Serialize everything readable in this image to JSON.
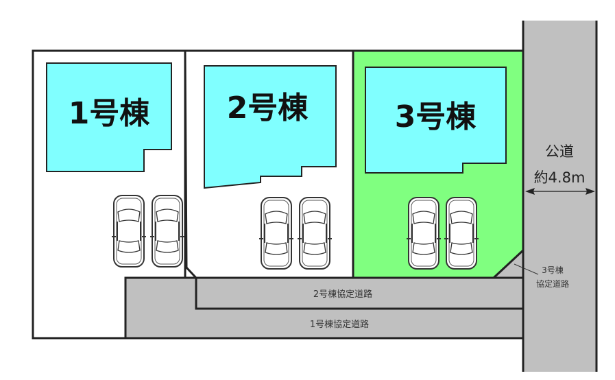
{
  "colors": {
    "building": "#80ffff",
    "lot3": "#80ff80",
    "road": "#c0c0c0",
    "line": "#222222"
  },
  "buildings": [
    {
      "label": "1号棟"
    },
    {
      "label": "2号棟"
    },
    {
      "label": "3号棟"
    }
  ],
  "public_road": {
    "line1": "公道",
    "line2": "約4.8m"
  },
  "roads": {
    "road2": "2号棟協定道路",
    "road1": "1号棟協定道路",
    "road3_line1": "3号棟",
    "road3_line2": "協定道路"
  }
}
